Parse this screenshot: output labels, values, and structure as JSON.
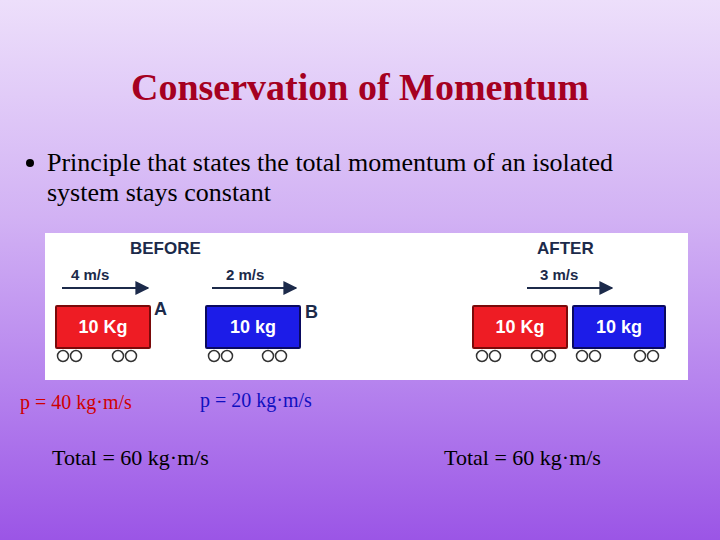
{
  "diagram": {
    "title": "Conservation of Momentum",
    "nodes": [
      {
        "text": [
          "10 Kg"
        ]
      },
      {
        "text": [
          "10 kg"
        ]
      },
      {
        "text": [
          "10 Kg"
        ]
      },
      {
        "text": [
          "10 kg"
        ]
      }
    ],
    "labels": [
      "Principle that states the total momentum of an isolated system stays constant",
      "BEFORE",
      "4 m/s",
      "2 m/s",
      "A",
      "B",
      "AFTER",
      "3 m/s",
      "p = 40 kg·m/s",
      "p = 20 kg·m/s",
      "Total = 60 kg·m/s",
      "Total = 60 kg·m/s"
    ]
  }
}
